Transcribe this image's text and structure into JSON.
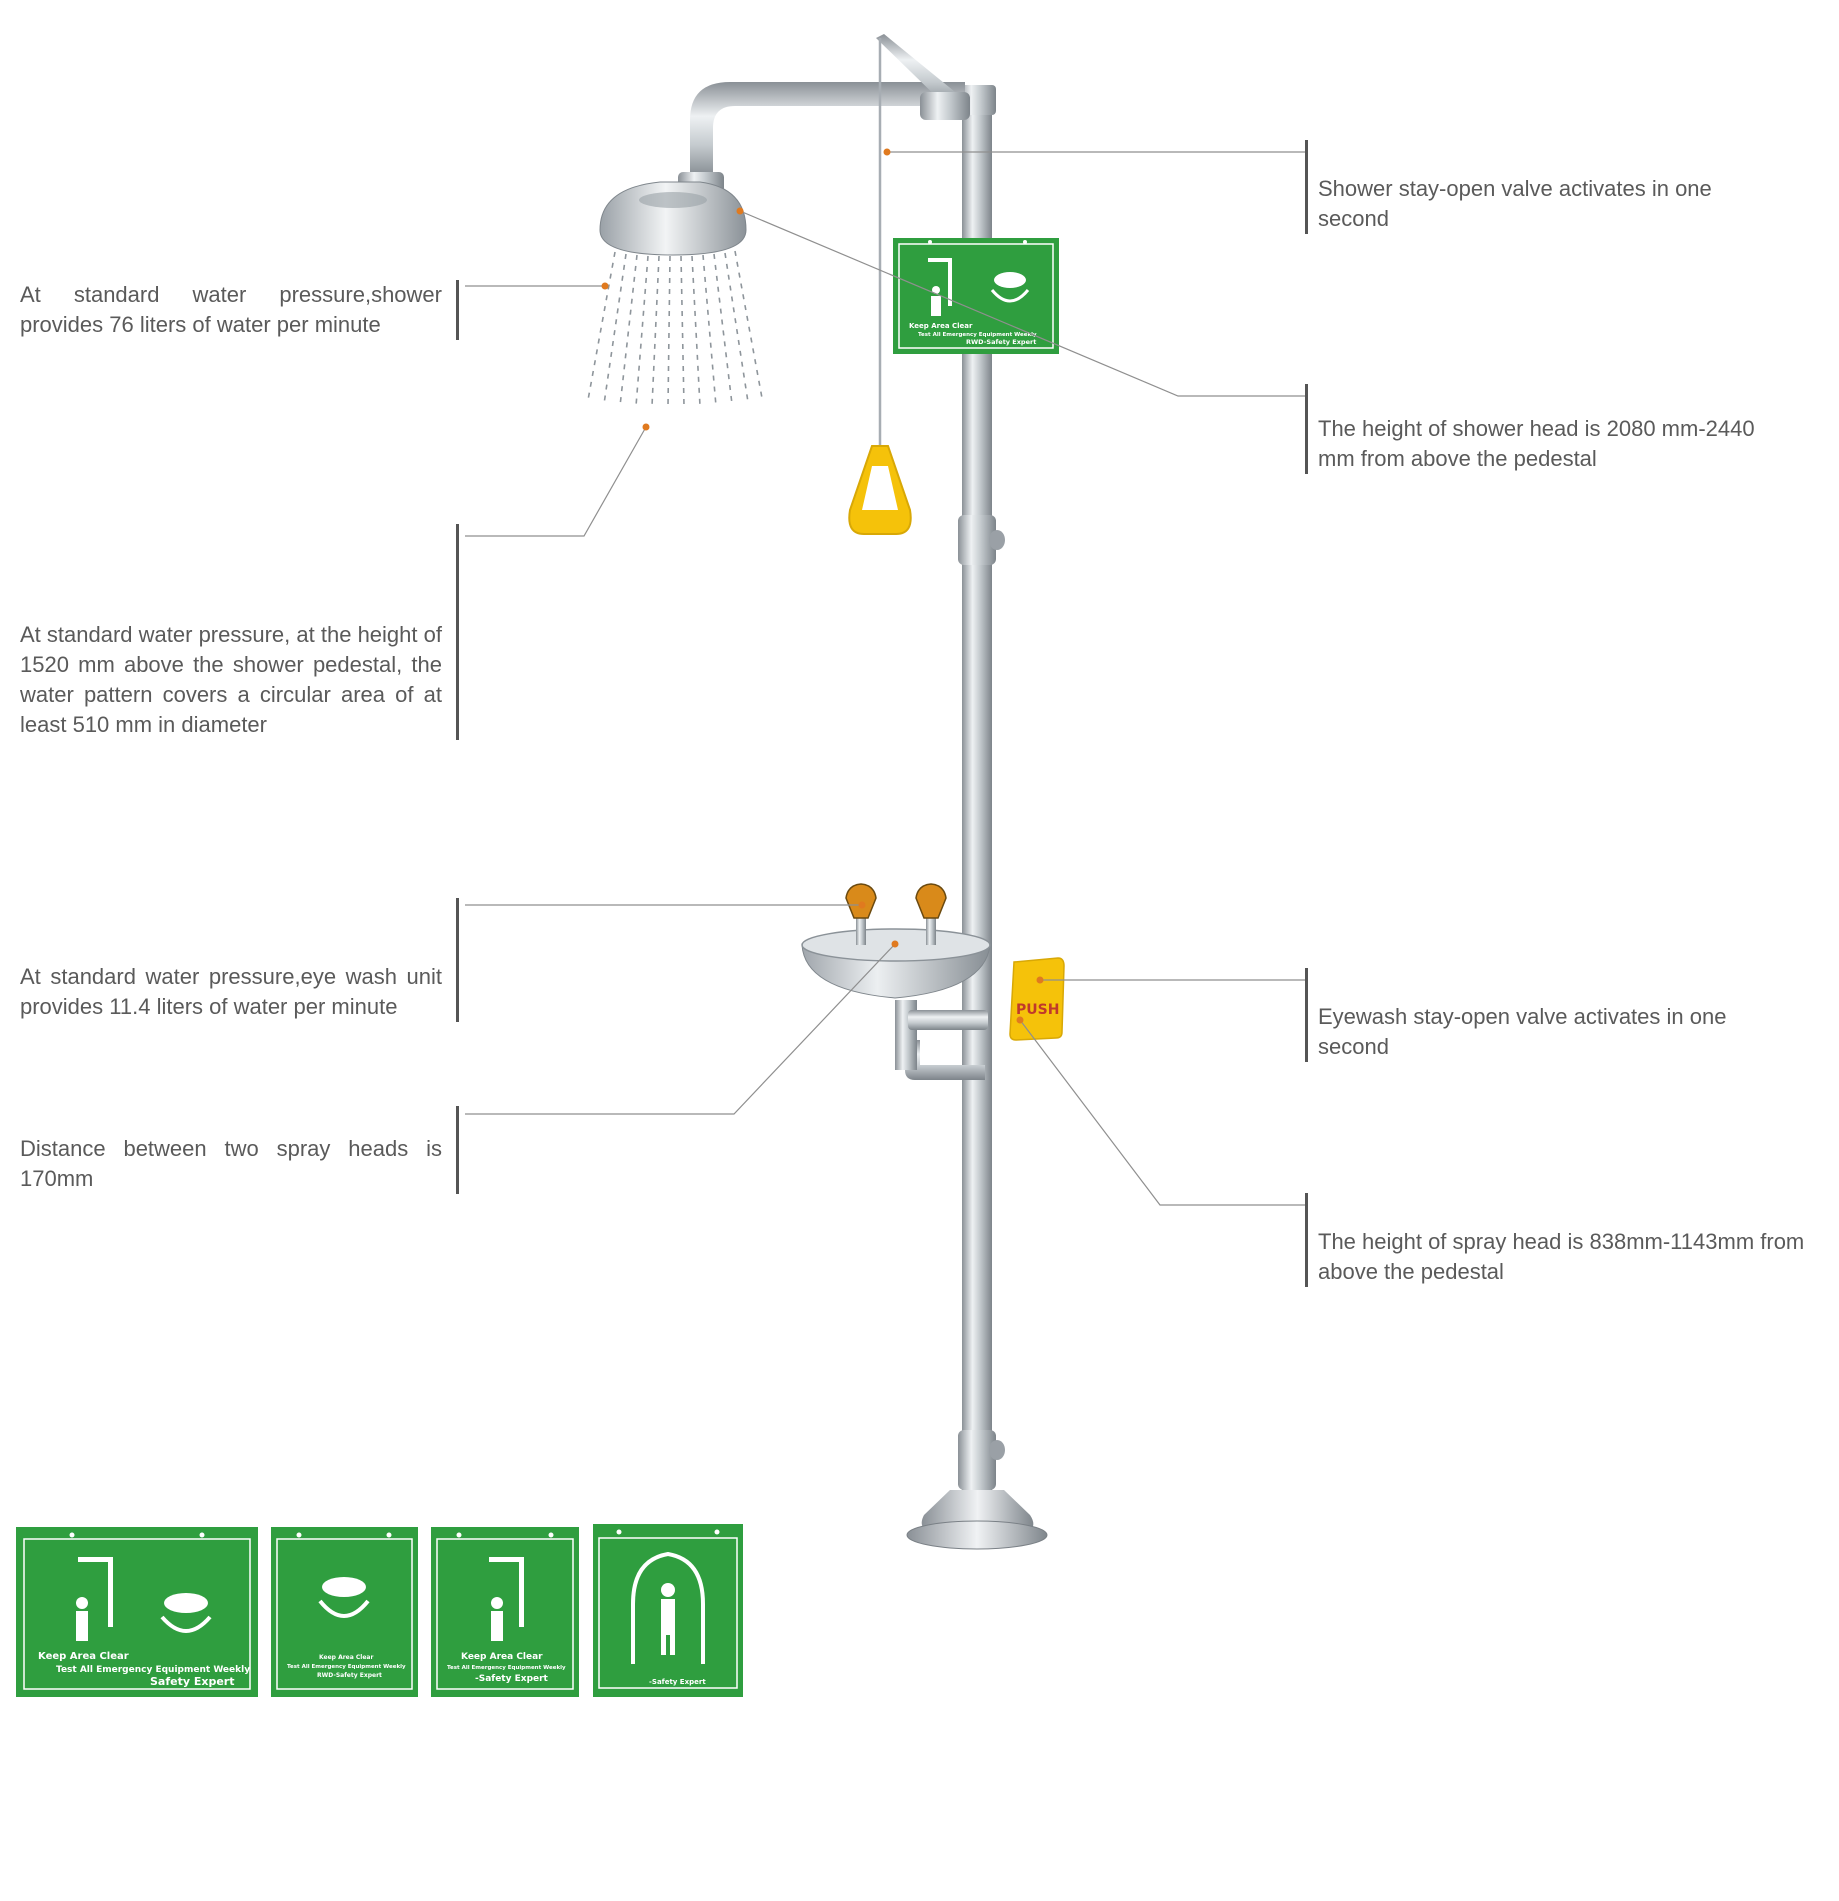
{
  "callouts": {
    "shower_flow": {
      "text": "At standard water pressure,shower provides 76 liters of water per minute"
    },
    "water_pattern": {
      "text": "At standard water pressure, at the height of 1520 mm above the shower pedestal, the water pattern covers a circular area of at least 510 mm in diameter"
    },
    "eyewash_flow": {
      "text": "At standard water pressure,eye wash unit provides 11.4 liters of water per minute"
    },
    "spray_distance": {
      "text": "Distance between two spray heads is 170mm"
    },
    "shower_valve": {
      "text": "Shower stay-open valve activates in one second"
    },
    "shower_height": {
      "text": "The height of shower head is 2080 mm-2440 mm from above the pedestal"
    },
    "eyewash_valve": {
      "text": "Eyewash stay-open valve activates in one second"
    },
    "spray_height": {
      "text": "The height of spray head is 838mm-1143mm from above the pedestal"
    }
  },
  "equipment_sign": {
    "line1": "Keep Area Clear",
    "line2": "Test All Emergency Equipment Weekly",
    "line3": "RWD-Safety Expert"
  },
  "push_plate": {
    "label": "PUSH"
  },
  "signs": [
    {
      "line1": "Keep Area Clear",
      "line2": "Test All Emergency Equipment Weekly",
      "line3": "Safety Expert"
    },
    {
      "line1": "Keep Area Clear",
      "line2": "Test All Emergency Equipment Weekly",
      "line3": "RWD-Safety Expert"
    },
    {
      "line1": "Keep Area Clear",
      "line2": "Test All Emergency Equipment Weekly",
      "line3": "-Safety Expert"
    },
    {
      "line1": "",
      "line2": "",
      "line3": "-Safety Expert"
    }
  ],
  "colors": {
    "sign_green": "#2f9e3f",
    "handle_yellow": "#f5c20a",
    "accent_orange": "#e07a1f",
    "steel": "#b9bfc4"
  }
}
